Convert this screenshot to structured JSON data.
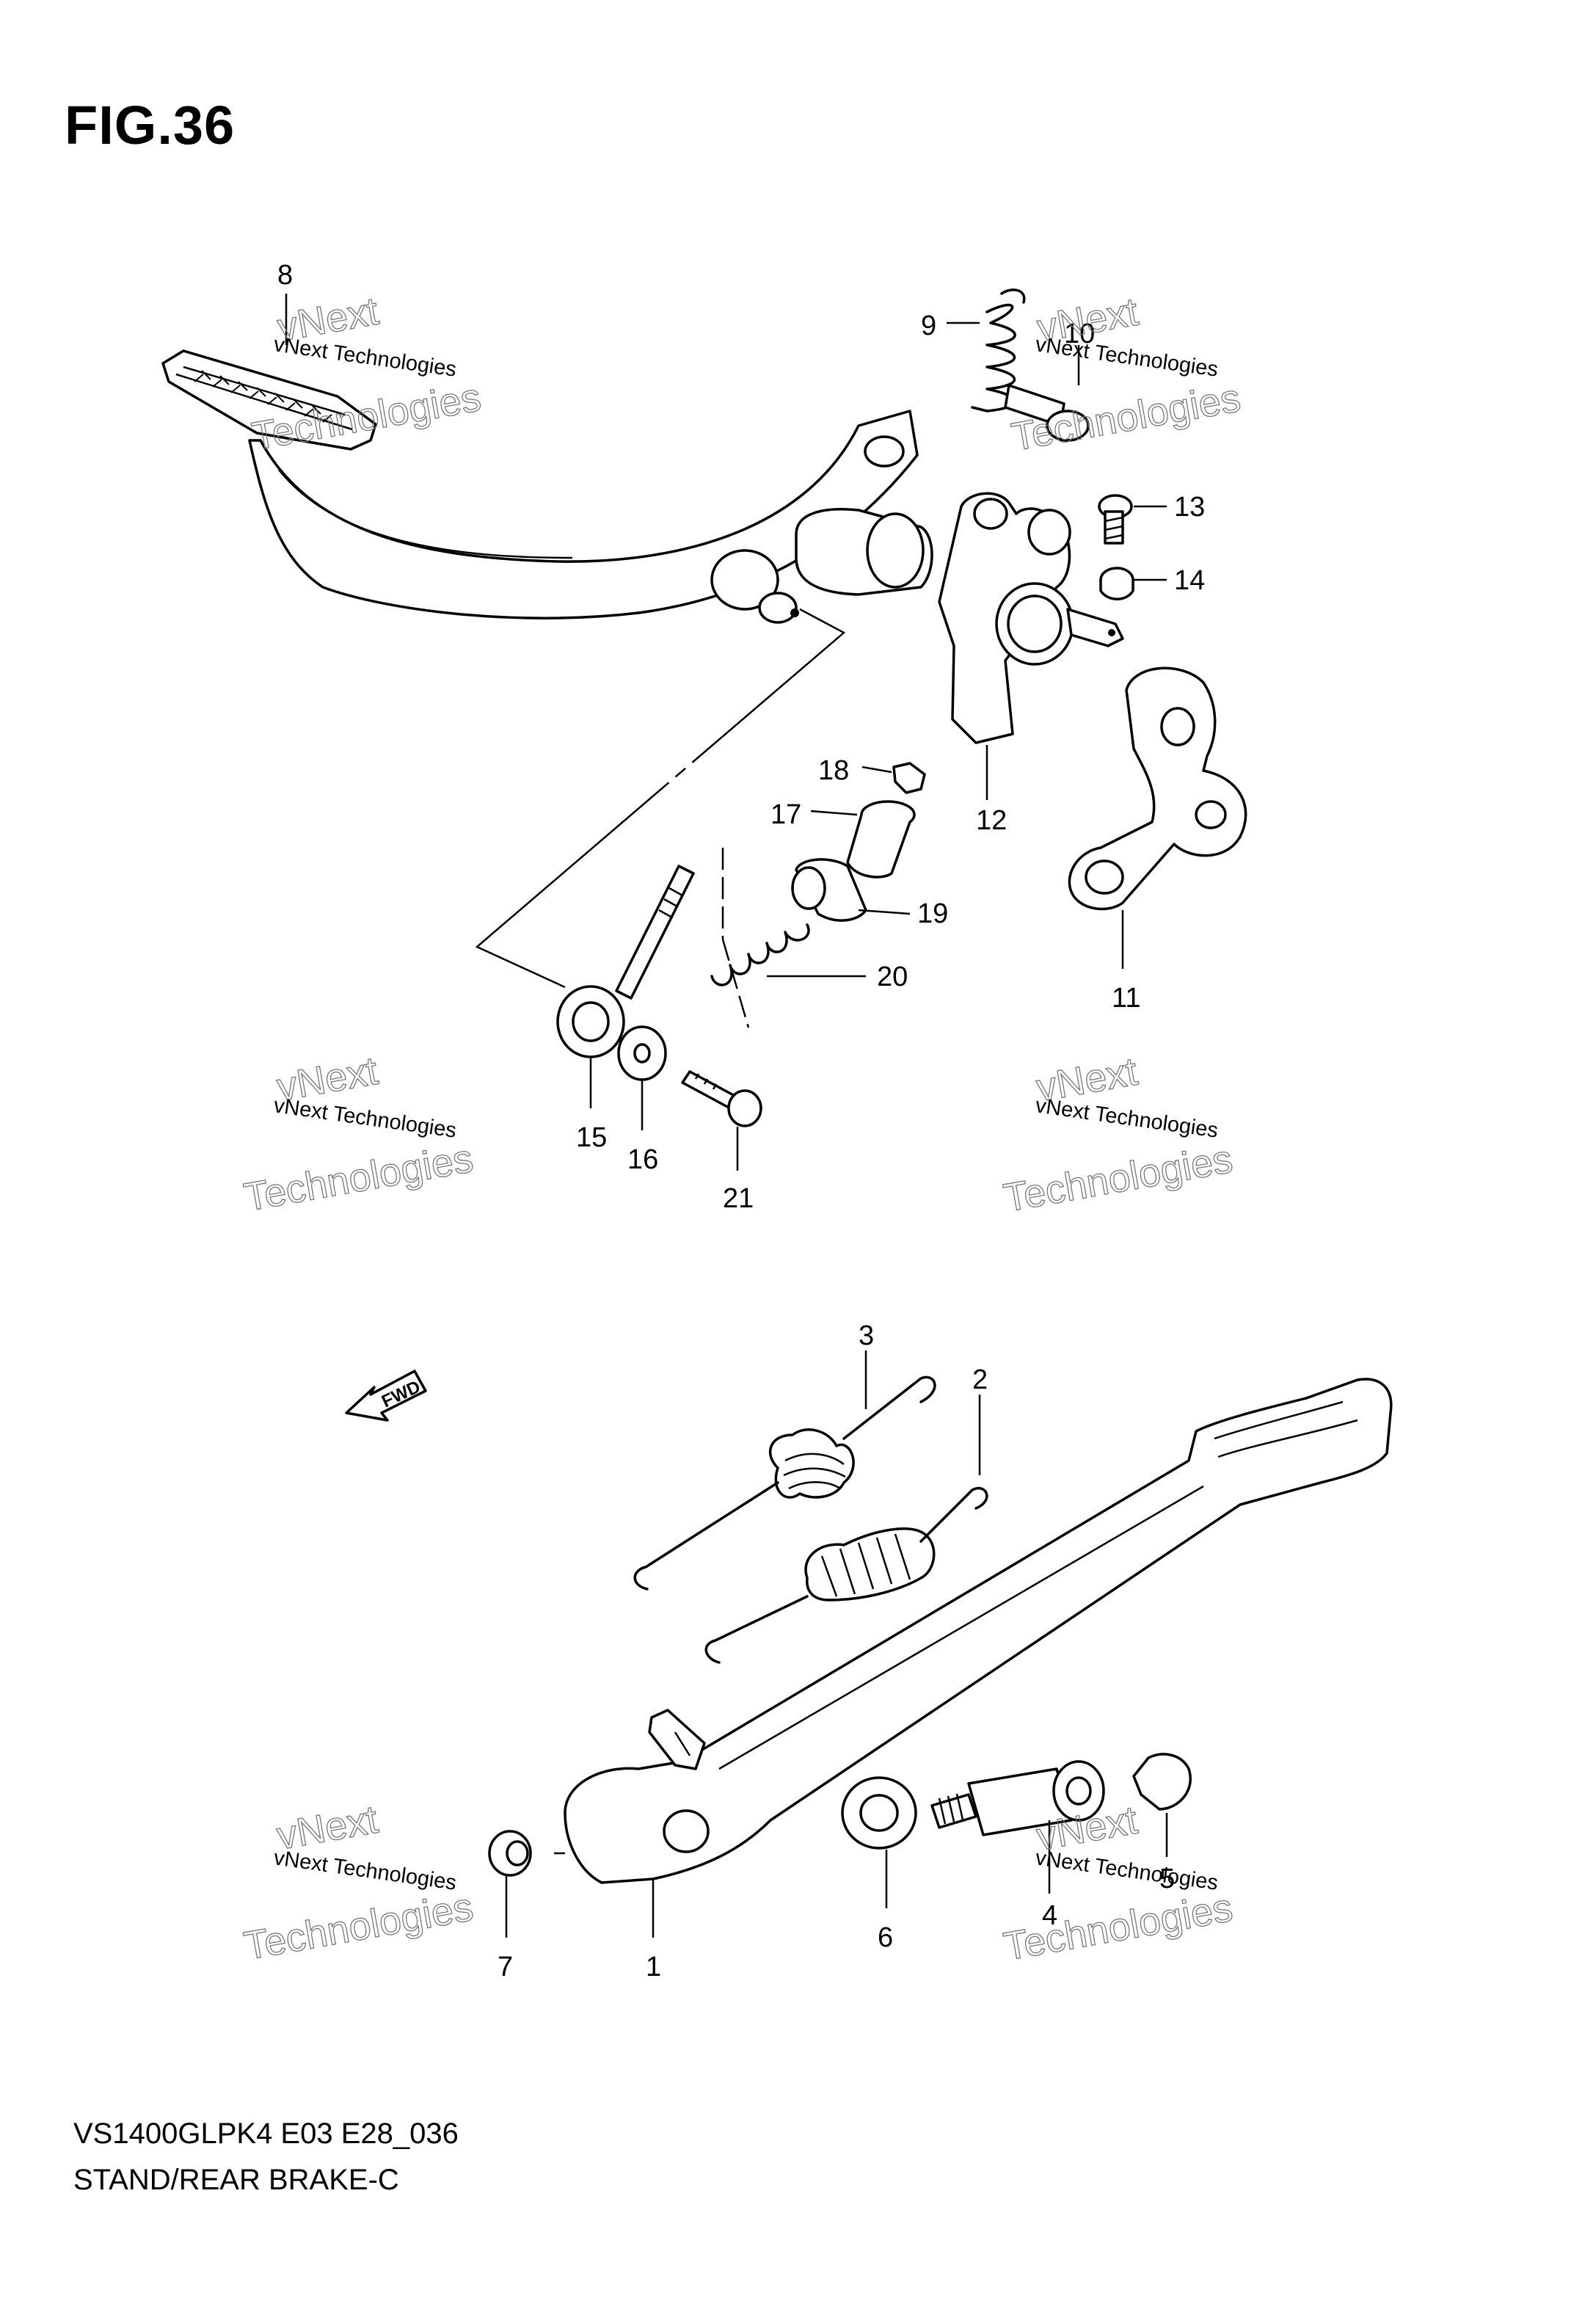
{
  "figure": {
    "title": "FIG.36",
    "model_code": "VS1400GLPK4 E03 E28_036",
    "caption": "STAND/REAR BRAKE-C"
  },
  "direction_marker": "FWD",
  "watermark": {
    "line1": "vNext Technologies",
    "line2": "vNext",
    "line3": "Technologies"
  },
  "callouts": {
    "c1": "1",
    "c2": "2",
    "c3": "3",
    "c4": "4",
    "c5": "5",
    "c6": "6",
    "c7": "7",
    "c8": "8",
    "c9": "9",
    "c10": "10",
    "c11": "11",
    "c12": "12",
    "c13": "13",
    "c14": "14",
    "c15": "15",
    "c16": "16",
    "c17": "17",
    "c18": "18",
    "c19": "19",
    "c20": "20",
    "c21": "21"
  }
}
